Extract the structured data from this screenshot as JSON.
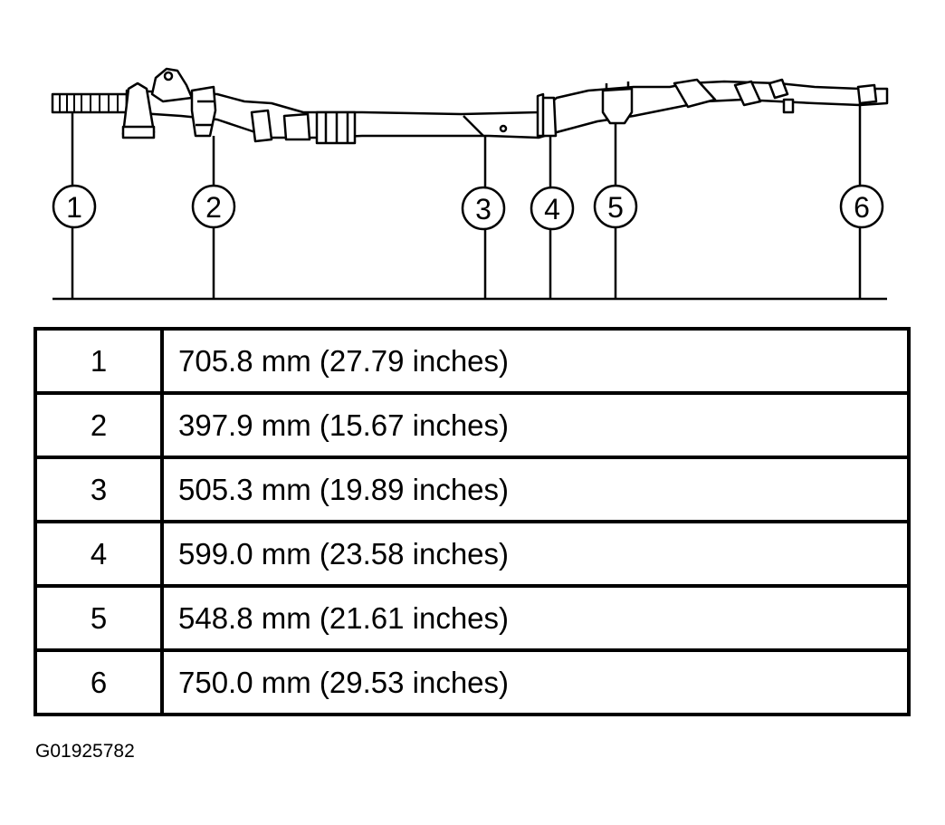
{
  "callouts": [
    {
      "number": "1",
      "value": "705.8 mm (27.79 inches)"
    },
    {
      "number": "2",
      "value": "397.9 mm (15.67 inches)"
    },
    {
      "number": "3",
      "value": "505.3 mm (19.89 inches)"
    },
    {
      "number": "4",
      "value": "599.0 mm (23.58 inches)"
    },
    {
      "number": "5",
      "value": "548.8 mm (21.61 inches)"
    },
    {
      "number": "6",
      "value": "750.0 mm (29.53 inches)"
    }
  ],
  "figure_id": "G01925782"
}
